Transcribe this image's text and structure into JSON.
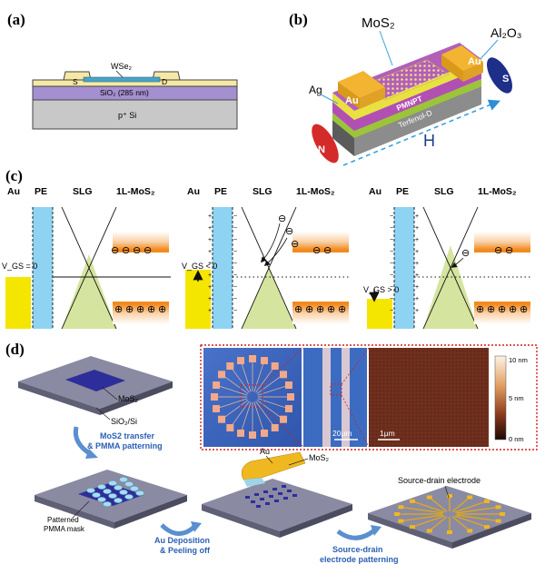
{
  "panels": {
    "a": {
      "label": "(a)",
      "material": "WSe₂",
      "source": "S",
      "drain": "D",
      "oxide": "SiO₂ (285 nm)",
      "substrate": "p⁺ Si"
    },
    "b": {
      "label": "(b)",
      "material": "MoS₂",
      "dielectric": "Al₂O₃",
      "contact_left": "Au",
      "contact_right": "Au",
      "ag": "Ag",
      "pmnpt": "PMNPT",
      "terfenol": "Terfenol-D",
      "field": "H",
      "north": "N",
      "south": "S"
    },
    "c": {
      "label": "(c)",
      "columns": [
        "Au",
        "PE",
        "SLG",
        "1L-MoS₂"
      ],
      "vgs": [
        "V_GS = 0",
        "V_GS < 0",
        "V_GS > 0"
      ],
      "minus": "⊖",
      "plus": "⊕"
    },
    "d": {
      "label": "(d)",
      "mos2": "MoS₂",
      "substrate": "SiO₂/Si",
      "step1": [
        "MoS2 transfer",
        "& PMMA patterning"
      ],
      "mask_label": [
        "Patterned",
        "PMMA mask"
      ],
      "au": "Au",
      "mos2_peel": "MoS₂",
      "step2": [
        "Au  Deposition",
        "& Peeling off"
      ],
      "electrode_label": "Source-drain electrode",
      "step3": [
        "Source-drain",
        "electrode patterning"
      ],
      "scale1": "20μm",
      "scale2": "1μm",
      "colorbar": [
        "10 nm",
        "5 nm",
        "0 nm"
      ]
    }
  },
  "colors": {
    "au": "#f5e600",
    "pe": "#8fd3f2",
    "cone": "#d3e39a",
    "band": "#f28a1e",
    "step_text": "#2b5fb5",
    "arrow": "#5a8fd0",
    "afm": "#6b2f1c"
  }
}
